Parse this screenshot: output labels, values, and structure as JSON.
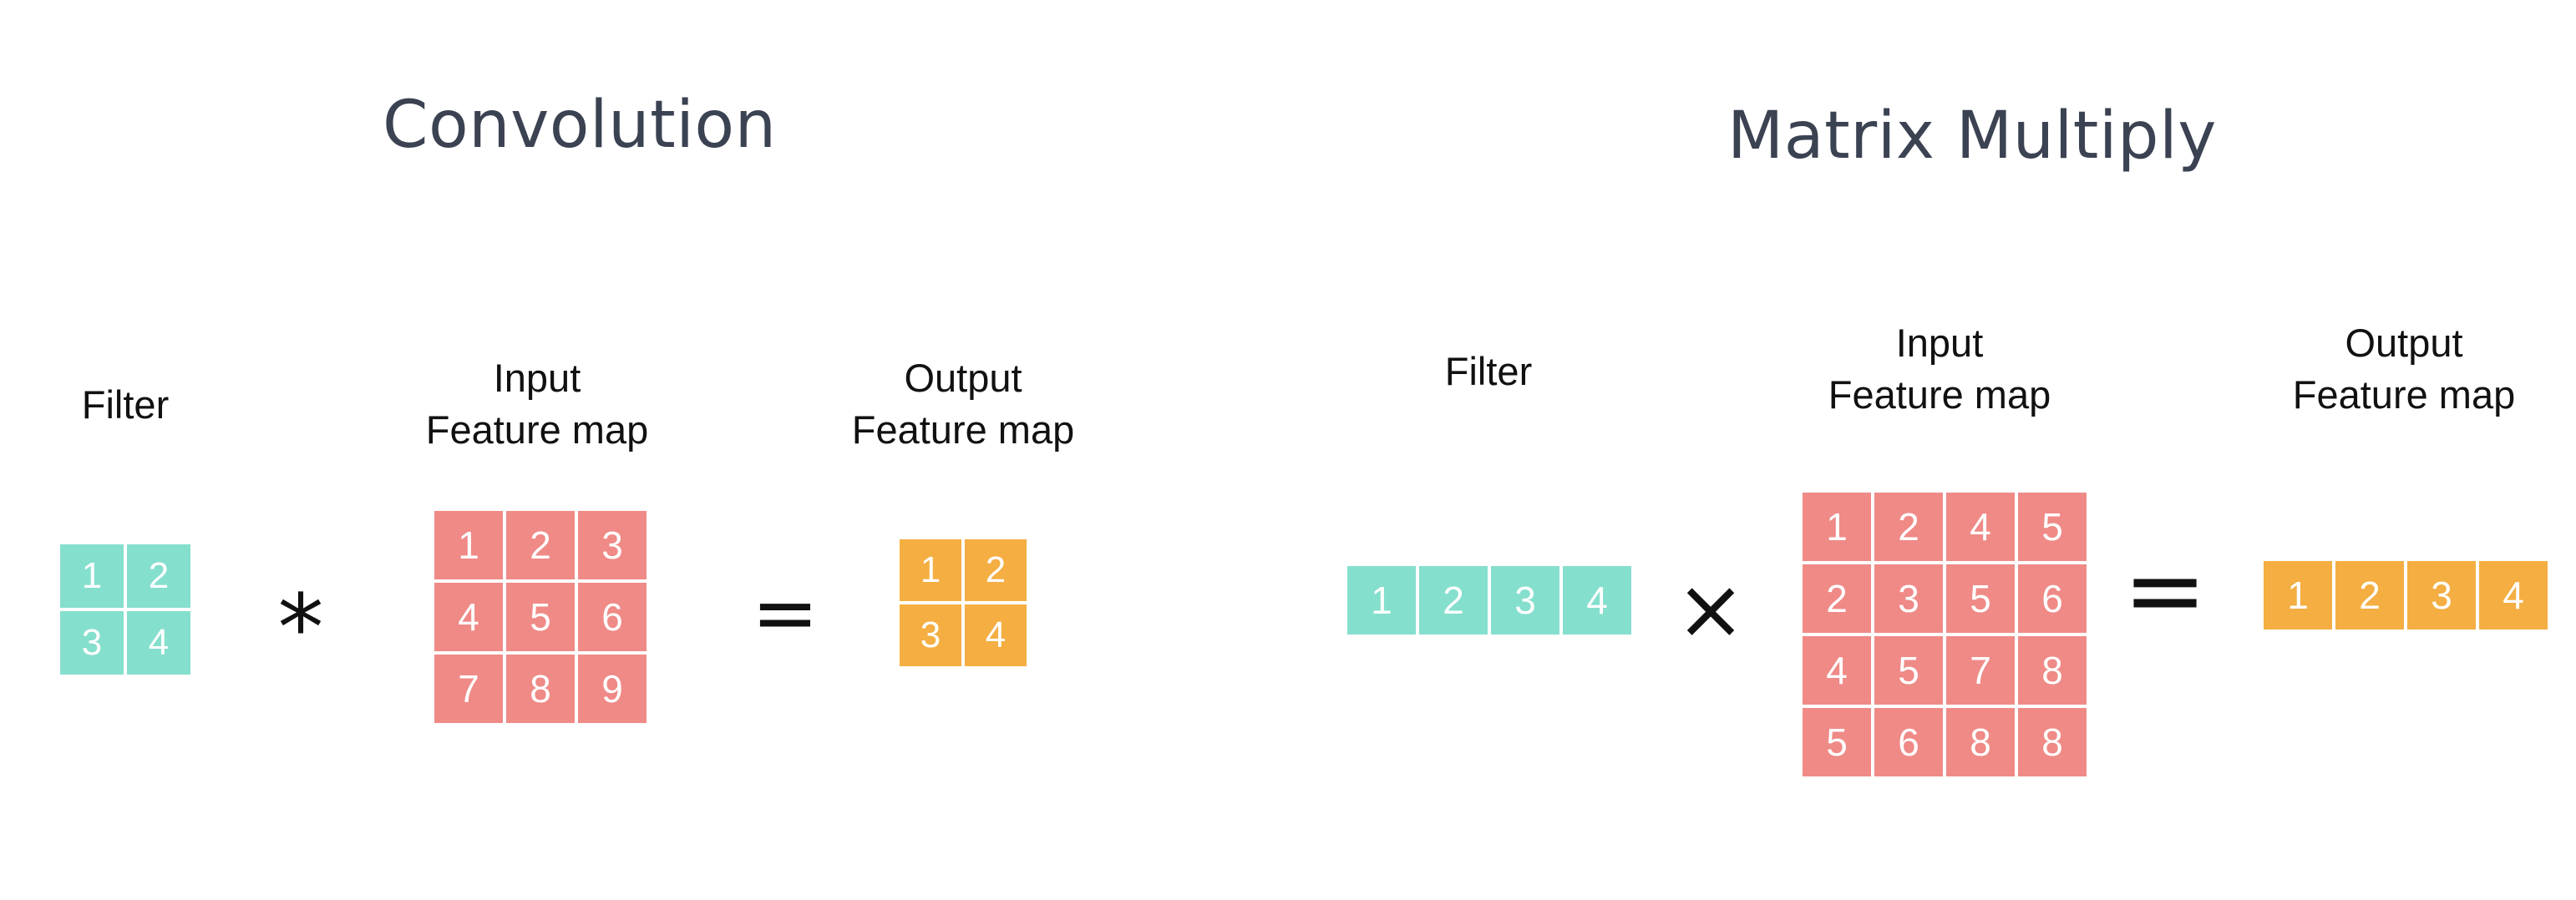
{
  "colors": {
    "filter": "#85dfcd",
    "input": "#ef8a87",
    "output": "#f4ae42",
    "title": "#3b4252"
  },
  "convolution": {
    "title": "Convolution",
    "filter_label": "Filter",
    "input_label": [
      "Input",
      "Feature map"
    ],
    "output_label": [
      "Output",
      "Feature map"
    ],
    "filter": [
      [
        "1",
        "2"
      ],
      [
        "3",
        "4"
      ]
    ],
    "input": [
      [
        "1",
        "2",
        "3"
      ],
      [
        "4",
        "5",
        "6"
      ],
      [
        "7",
        "8",
        "9"
      ]
    ],
    "output": [
      [
        "1",
        "2"
      ],
      [
        "3",
        "4"
      ]
    ],
    "operator": "*",
    "equals": "="
  },
  "matmul": {
    "title": "Matrix Multiply",
    "filter_label": "Filter",
    "input_label": [
      "Input",
      "Feature map"
    ],
    "output_label": [
      "Output",
      "Feature map"
    ],
    "filter": [
      [
        "1",
        "2",
        "3",
        "4"
      ]
    ],
    "input": [
      [
        "1",
        "2",
        "4",
        "5"
      ],
      [
        "2",
        "3",
        "5",
        "6"
      ],
      [
        "4",
        "5",
        "7",
        "8"
      ],
      [
        "5",
        "6",
        "8",
        "8"
      ]
    ],
    "output": [
      [
        "1",
        "2",
        "3",
        "4"
      ]
    ],
    "operator": "×",
    "equals": "="
  }
}
